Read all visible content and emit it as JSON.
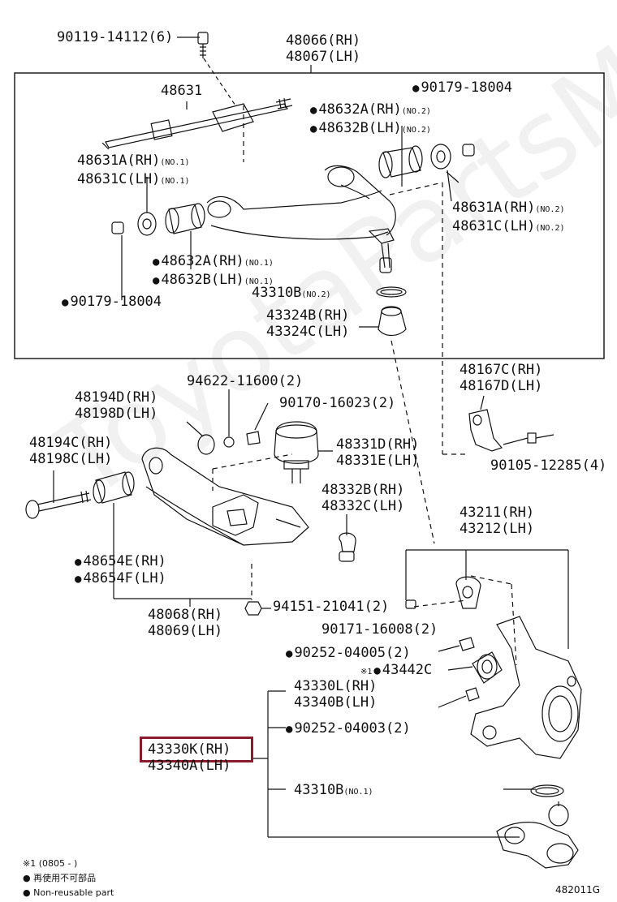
{
  "labels": [
    {
      "id": "bolt-top",
      "lines": [
        "90119-14112(6)"
      ],
      "dot": false
    },
    {
      "id": "upper-arm",
      "lines": [
        "48066(RH)",
        "48067(LH)"
      ],
      "dot": false
    },
    {
      "id": "shaft",
      "lines": [
        "48631"
      ],
      "dot": false
    },
    {
      "id": "nut-top-right",
      "lines": [
        "90179-18004"
      ],
      "dot": true
    },
    {
      "id": "bushing-no2",
      "lines": [
        "48632A(RH)",
        "48632B(LH)"
      ],
      "suffix": "(NO.2)",
      "dot": true
    },
    {
      "id": "washer-no1",
      "lines": [
        "48631A(RH)",
        "48631C(LH)"
      ],
      "suffix": "(NO.1)",
      "dot": false
    },
    {
      "id": "washer-no2",
      "lines": [
        "48631A(RH)",
        "48631C(LH)"
      ],
      "suffix": "(NO.2)",
      "dot": false
    },
    {
      "id": "bushing-no1",
      "lines": [
        "48632A(RH)",
        "48632B(LH)"
      ],
      "suffix": "(NO.1)",
      "dot": true
    },
    {
      "id": "nut-left",
      "lines": [
        "90179-18004"
      ],
      "dot": true
    },
    {
      "id": "ring-no2",
      "lines": [
        "43310B"
      ],
      "suffix": "(NO.2)",
      "dot": false
    },
    {
      "id": "boot",
      "lines": [
        "43324B(RH)",
        "43324C(LH)"
      ],
      "dot": false
    },
    {
      "id": "washer-small",
      "lines": [
        "94622-11600(2)"
      ],
      "dot": false
    },
    {
      "id": "cushion",
      "lines": [
        "48194D(RH)",
        "48198D(LH)"
      ],
      "dot": false
    },
    {
      "id": "nut-cushion",
      "lines": [
        "90170-16023(2)"
      ],
      "dot": false
    },
    {
      "id": "bracket",
      "lines": [
        "48167C(RH)",
        "48167D(LH)"
      ],
      "dot": false
    },
    {
      "id": "bolt-lower",
      "lines": [
        "48194C(RH)",
        "48198C(LH)"
      ],
      "dot": false
    },
    {
      "id": "stopper",
      "lines": [
        "48331D(RH)",
        "48331E(LH)"
      ],
      "dot": false
    },
    {
      "id": "bolt-bracket",
      "lines": [
        "90105-12285(4)"
      ],
      "dot": false
    },
    {
      "id": "lower-joint",
      "lines": [
        "48332B(RH)",
        "48332C(LH)"
      ],
      "dot": false
    },
    {
      "id": "knuckle",
      "lines": [
        "43211(RH)",
        "43212(LH)"
      ],
      "dot": false
    },
    {
      "id": "bushing-lower",
      "lines": [
        "48654E(RH)",
        "48654F(LH)"
      ],
      "dot": true
    },
    {
      "id": "lower-arm",
      "lines": [
        "48068(RH)",
        "48069(LH)"
      ],
      "dot": false
    },
    {
      "id": "nut-lower",
      "lines": [
        "94151-21041(2)"
      ],
      "dot": false
    },
    {
      "id": "bolt-knuckle",
      "lines": [
        "90171-16008(2)"
      ],
      "dot": false
    },
    {
      "id": "pin-a",
      "lines": [
        "90252-04005(2)"
      ],
      "dot": true
    },
    {
      "id": "dust-cover",
      "lines": [
        "43442C"
      ],
      "prefix": "※1",
      "dot": false
    },
    {
      "id": "ball-joint-set",
      "lines": [
        "43330L(RH)",
        "43340B(LH)"
      ],
      "dot": false
    },
    {
      "id": "pin-b",
      "lines": [
        "90252-04003(2)"
      ],
      "dot": true
    },
    {
      "id": "ball-joint-highlight",
      "lines": [
        "43330K(RH)",
        "43340A(LH)"
      ],
      "dot": false
    },
    {
      "id": "ring-no1",
      "lines": [
        "43310B"
      ],
      "suffix": "(NO.1)",
      "dot": false
    }
  ],
  "notes": {
    "footnote": "※1 (0805 -     )",
    "nonreusable_jp": "再使用不可部品",
    "nonreusable_en": "Non-reusable part"
  },
  "diagram_id": "482011G",
  "watermark": "ToyotaPartsMinsk.ru",
  "colors": {
    "ink": "#111111",
    "highlight": "#8b1a2b"
  }
}
